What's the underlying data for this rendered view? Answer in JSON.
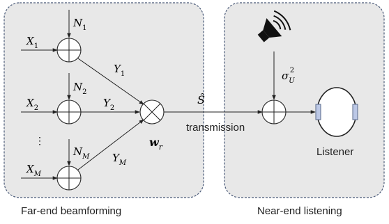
{
  "diagram": {
    "panels": {
      "far_end_caption": "Far-end beamforming",
      "near_end_caption": "Near-end listening"
    },
    "inputs": [
      {
        "sym": "X",
        "sub": "1"
      },
      {
        "sym": "X",
        "sub": "2"
      },
      {
        "sym": "⋮",
        "sub": ""
      },
      {
        "sym": "X",
        "sub": "M"
      }
    ],
    "noises": [
      {
        "sym": "N",
        "sub": "1"
      },
      {
        "sym": "N",
        "sub": "2"
      },
      {
        "sym": "N",
        "sub": "M"
      }
    ],
    "outputs": [
      {
        "sym": "Y",
        "sub": "1"
      },
      {
        "sym": "Y",
        "sub": "2"
      },
      {
        "sym": "Y",
        "sub": "M"
      }
    ],
    "beamformer_weight": {
      "sym": "w",
      "sub": "r"
    },
    "transmitted_signal": "Ŝ",
    "transmission_label": "transmission",
    "near_noise": {
      "sym": "σ",
      "sub": "U",
      "sup": "2"
    },
    "listener_label": "Listener",
    "colors": {
      "panel_fill": "#e8e8e8",
      "panel_border": "#4a5a78",
      "line": "#222222",
      "earcup_fill": "#bcc8e6",
      "earcup_stroke": "#5a6a8a"
    },
    "icons": [
      "sum-node-icon",
      "multiply-node-icon",
      "loudspeaker-icon",
      "headphones-icon"
    ]
  }
}
